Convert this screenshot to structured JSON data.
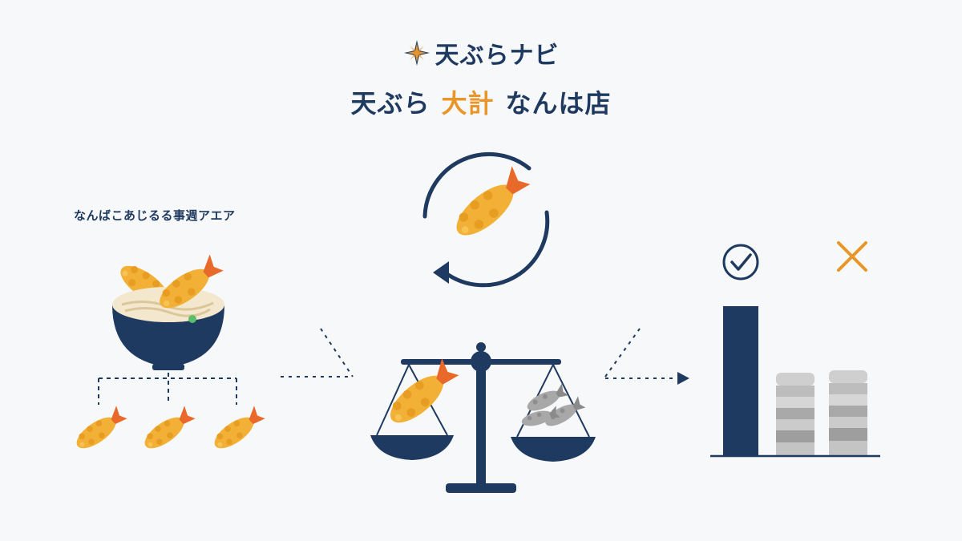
{
  "brand": {
    "name": "天ぶらナビ",
    "icon": "compass-star-icon"
  },
  "headline": {
    "part1": "天ぶら",
    "accent": "大計",
    "part2": "なんは店"
  },
  "caption": "なんばこあじるる事週アエア",
  "colors": {
    "navy": "#1f3a60",
    "orange": "#e8962a",
    "tempura": "#f2b136",
    "gray": "#9b9b9b",
    "background": "#f7f8f9"
  },
  "bar_compare": {
    "highlighted_icon": "check-circle-icon",
    "rejected_icon": "cross-icon",
    "levels": [
      1.0,
      0.55,
      0.55
    ]
  }
}
